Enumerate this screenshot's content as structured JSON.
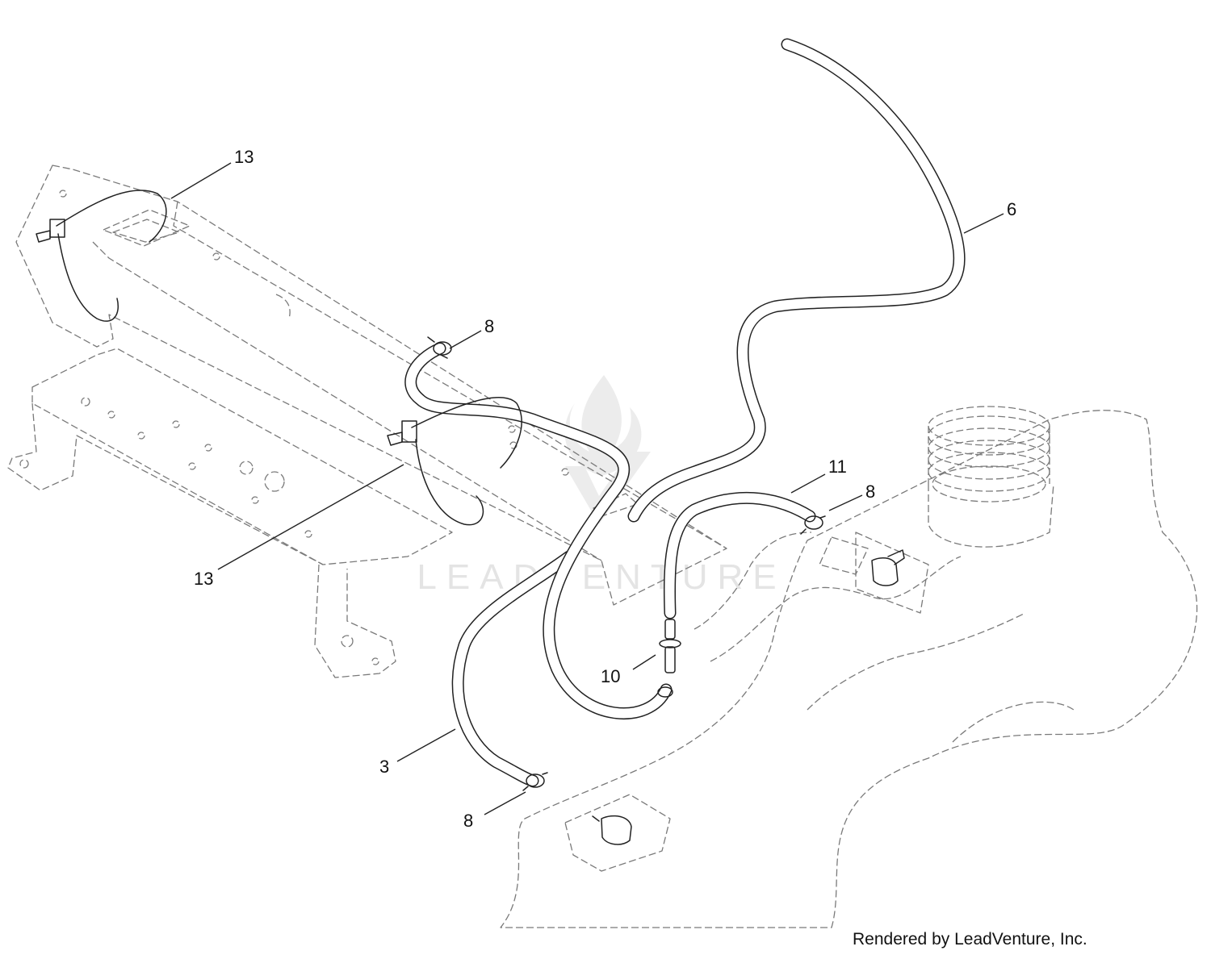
{
  "callouts": [
    {
      "id": "callout-13-top",
      "label": "13"
    },
    {
      "id": "callout-6",
      "label": "6"
    },
    {
      "id": "callout-8-upper",
      "label": "8"
    },
    {
      "id": "callout-11",
      "label": "11"
    },
    {
      "id": "callout-8-right",
      "label": "8"
    },
    {
      "id": "callout-13-bottom",
      "label": "13"
    },
    {
      "id": "callout-10",
      "label": "10"
    },
    {
      "id": "callout-3",
      "label": "3"
    },
    {
      "id": "callout-8-bottom",
      "label": "8"
    }
  ],
  "watermark": {
    "text": "LEADVENTURE",
    "icon": "flame-v-logo-icon"
  },
  "credit": "Rendered by LeadVenture, Inc.",
  "colors": {
    "line": "#222222",
    "hidden_line": "#7a7a7a",
    "watermark": "#e4e4e4"
  }
}
